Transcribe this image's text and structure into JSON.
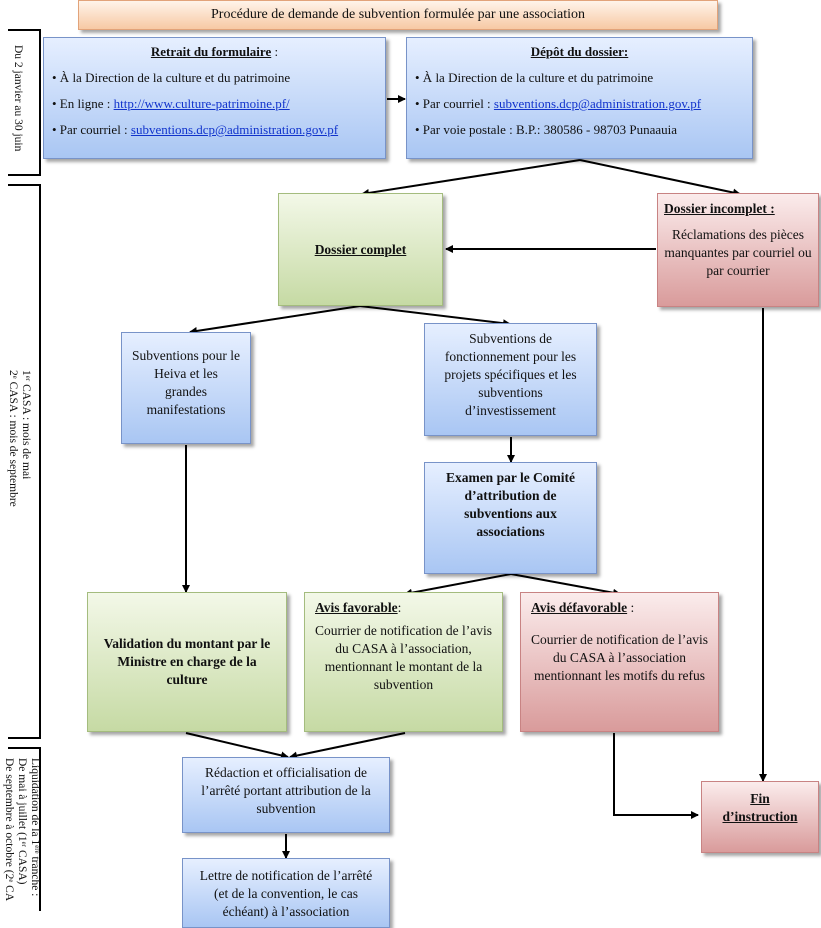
{
  "title": "Procédure de demande de subvention formulée par une association",
  "side_labels": {
    "period1": "Du 2 janvier au 30 juin",
    "period2_line1": "1ᵉʳ CASA : mois de mai",
    "period2_line2": "2ᵉ CASA : mois de septembre",
    "period3_line1": "Liquidation de la 1ᵉʳᵉ tranche :",
    "period3_line2": "De mai à juillet (1ᵉʳ CASA)",
    "period3_line3": "De septembre à octobre (2ᵉ CA"
  },
  "retrait": {
    "heading": "Retrait du formulaire",
    "heading_suffix": " :",
    "item1": "• À la Direction de la culture et du patrimoine",
    "item2_label": "• En ligne : ",
    "item2_link": "http://www.culture-patrimoine.pf/",
    "item3_label": "• Par courriel : ",
    "item3_link": "subventions.dcp@administration.gov.pf"
  },
  "depot": {
    "heading": "Dépôt du dossier:",
    "item1": "• À la Direction de la culture et du patrimoine",
    "item2_label": "• Par courriel : ",
    "item2_link": "subventions.dcp@administration.gov.pf",
    "item3": "• Par voie postale : B.P.: 380586 - 98703 Punaauia"
  },
  "dossier_complet": "Dossier complet",
  "dossier_incomplet": {
    "heading": "Dossier incomplet :",
    "text": "Réclamations des pièces manquantes par courriel ou par courrier"
  },
  "heiva": "Subventions pour le Heiva et les grandes manifestations",
  "fonctionnement": "Subventions de fonctionnement pour les projets spécifiques et les subventions d’investissement",
  "examen": "Examen par le Comité d’attribution de subventions aux associations",
  "validation": "Validation du montant par le Ministre en charge de la culture",
  "avis_favorable": {
    "heading": "Avis favorable",
    "suffix": ":",
    "text": "Courrier de notification de l’avis du CASA à l’association, mentionnant le montant de la subvention"
  },
  "avis_defavorable": {
    "heading": "Avis défavorable",
    "suffix": " :",
    "text": "Courrier de notification de l’avis du CASA à l’association mentionnant les motifs du refus"
  },
  "redaction": "Rédaction et officialisation de l’arrêté portant attribution de la subvention",
  "fin": "Fin d’instruction",
  "lettre": "Lettre de notification de l’arrêté (et de la convention, le cas échéant) à l’association"
}
